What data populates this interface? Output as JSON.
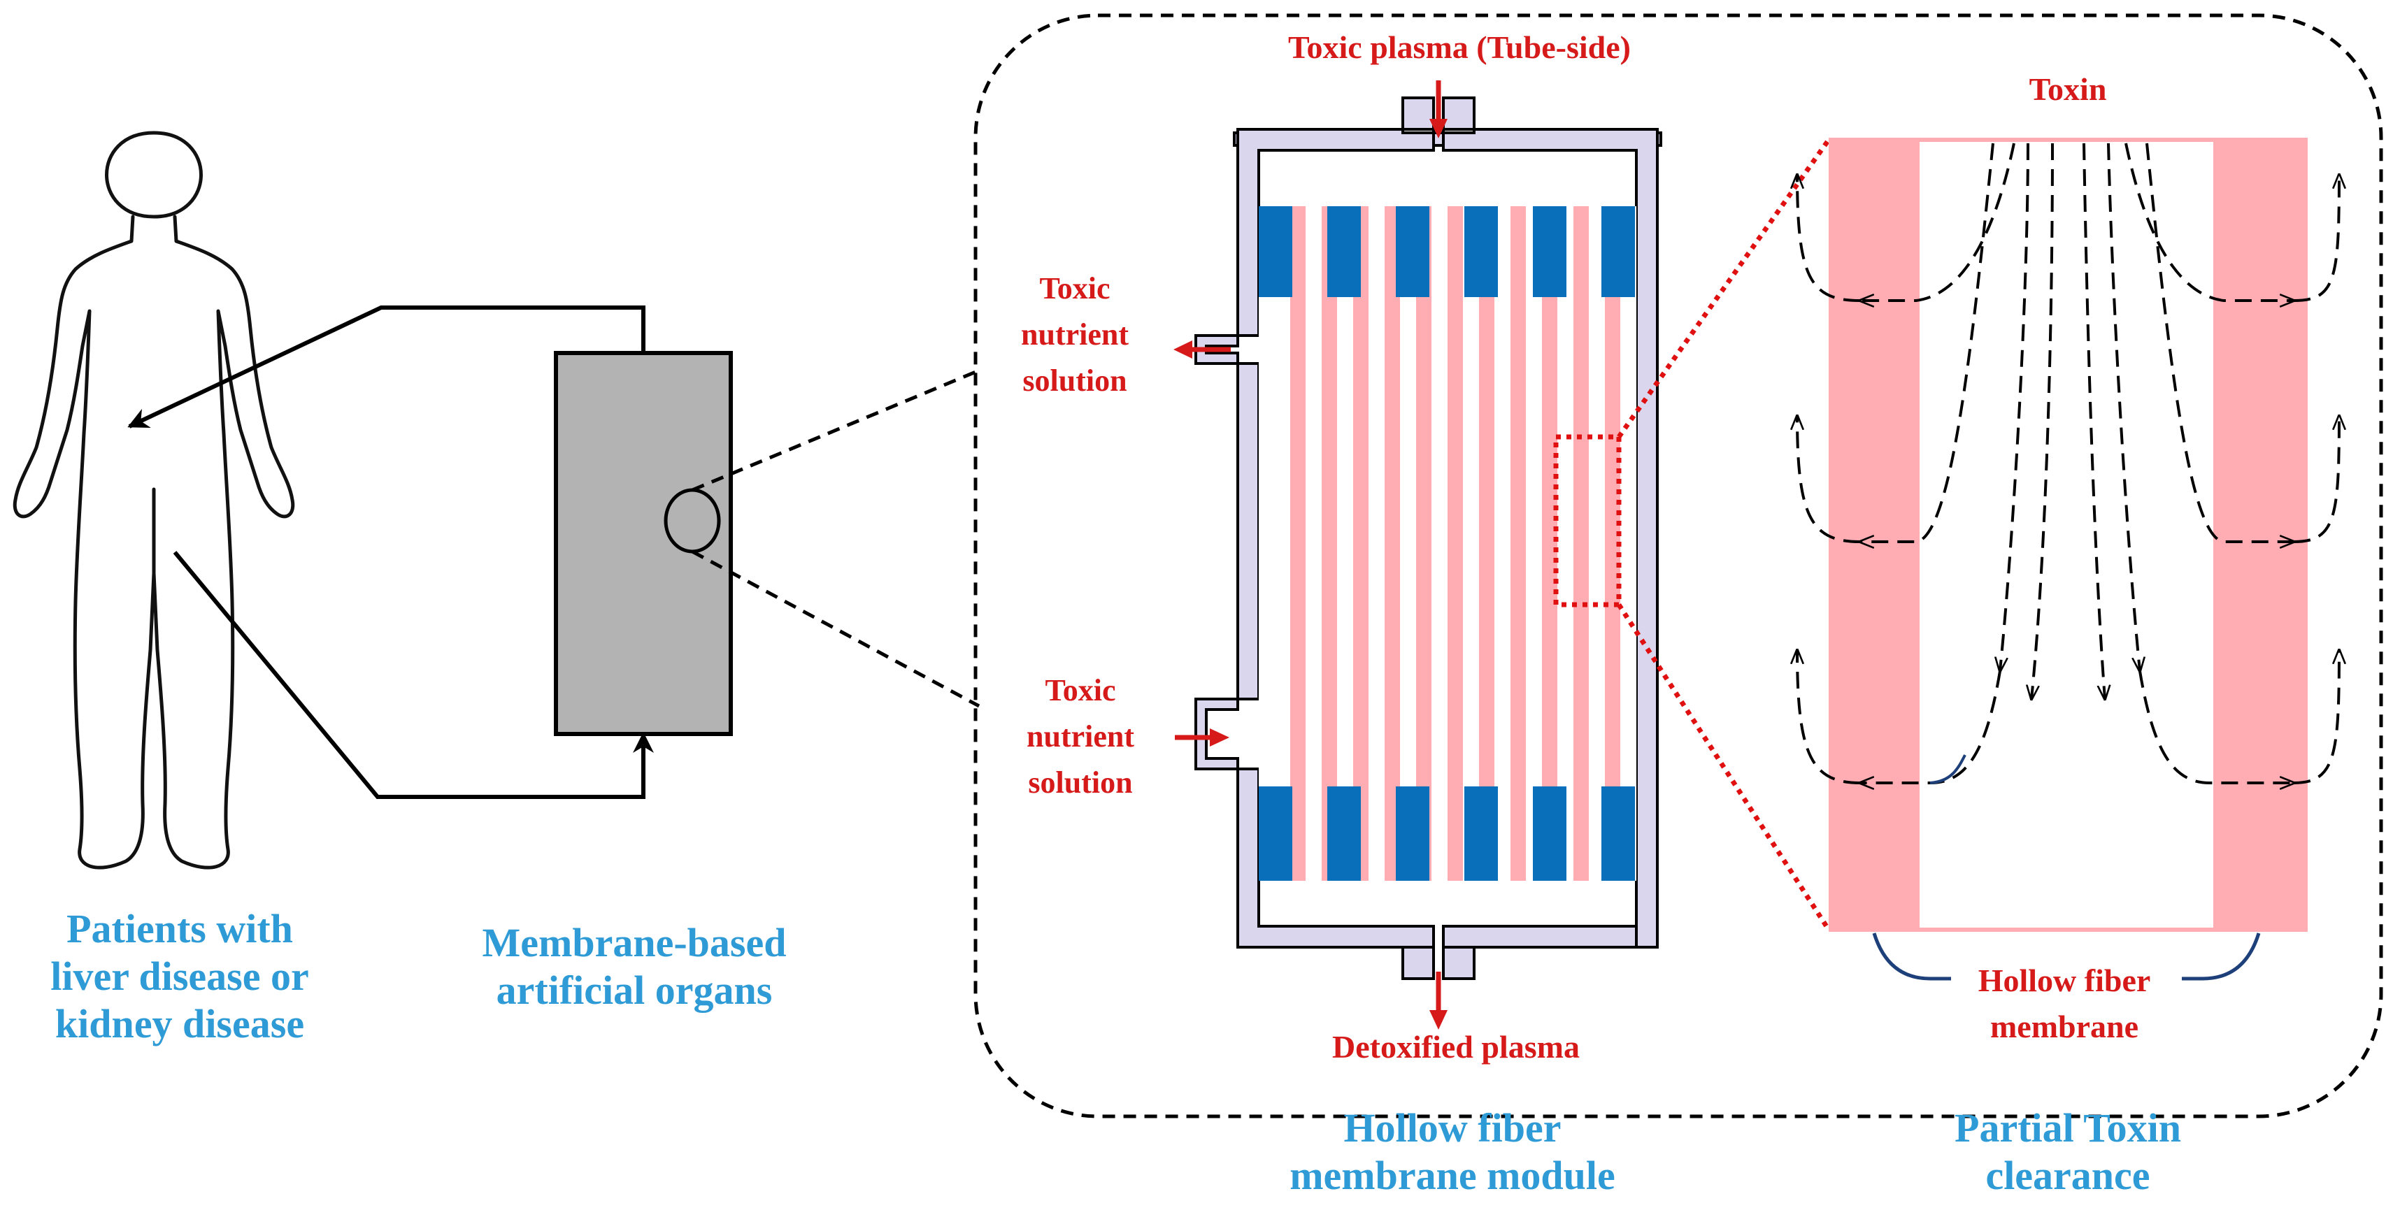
{
  "labels": {
    "patients": [
      "Patients with",
      "liver disease or",
      "kidney disease"
    ],
    "organs": [
      "Membrane-based",
      "artificial organs"
    ],
    "module": [
      "Hollow fiber",
      "membrane module"
    ],
    "clearance": [
      "Partial Toxin",
      "clearance"
    ],
    "toxic_plasma": "Toxic plasma (Tube-side)",
    "detoxified_plasma": "Detoxified plasma",
    "nutrient_out": [
      "Toxic",
      "nutrient",
      "solution"
    ],
    "nutrient_in": [
      "Toxic",
      "nutrient",
      "solution"
    ],
    "toxin": "Toxin",
    "hollow_fiber": [
      "Hollow fiber",
      "membrane"
    ]
  },
  "colors": {
    "label_blue": "#2e9bd6",
    "label_red": "#d61a1a",
    "membrane_pink": "#ffadb3",
    "potting_blue": "#0a6fba",
    "shell_lavender": "#d9d6ee",
    "device_gray": "#b3b3b3",
    "curve_navy": "#1d3f7a"
  },
  "icons": {
    "human": "human-silhouette-icon",
    "flow_arrow": "flow-arrow-icon"
  }
}
